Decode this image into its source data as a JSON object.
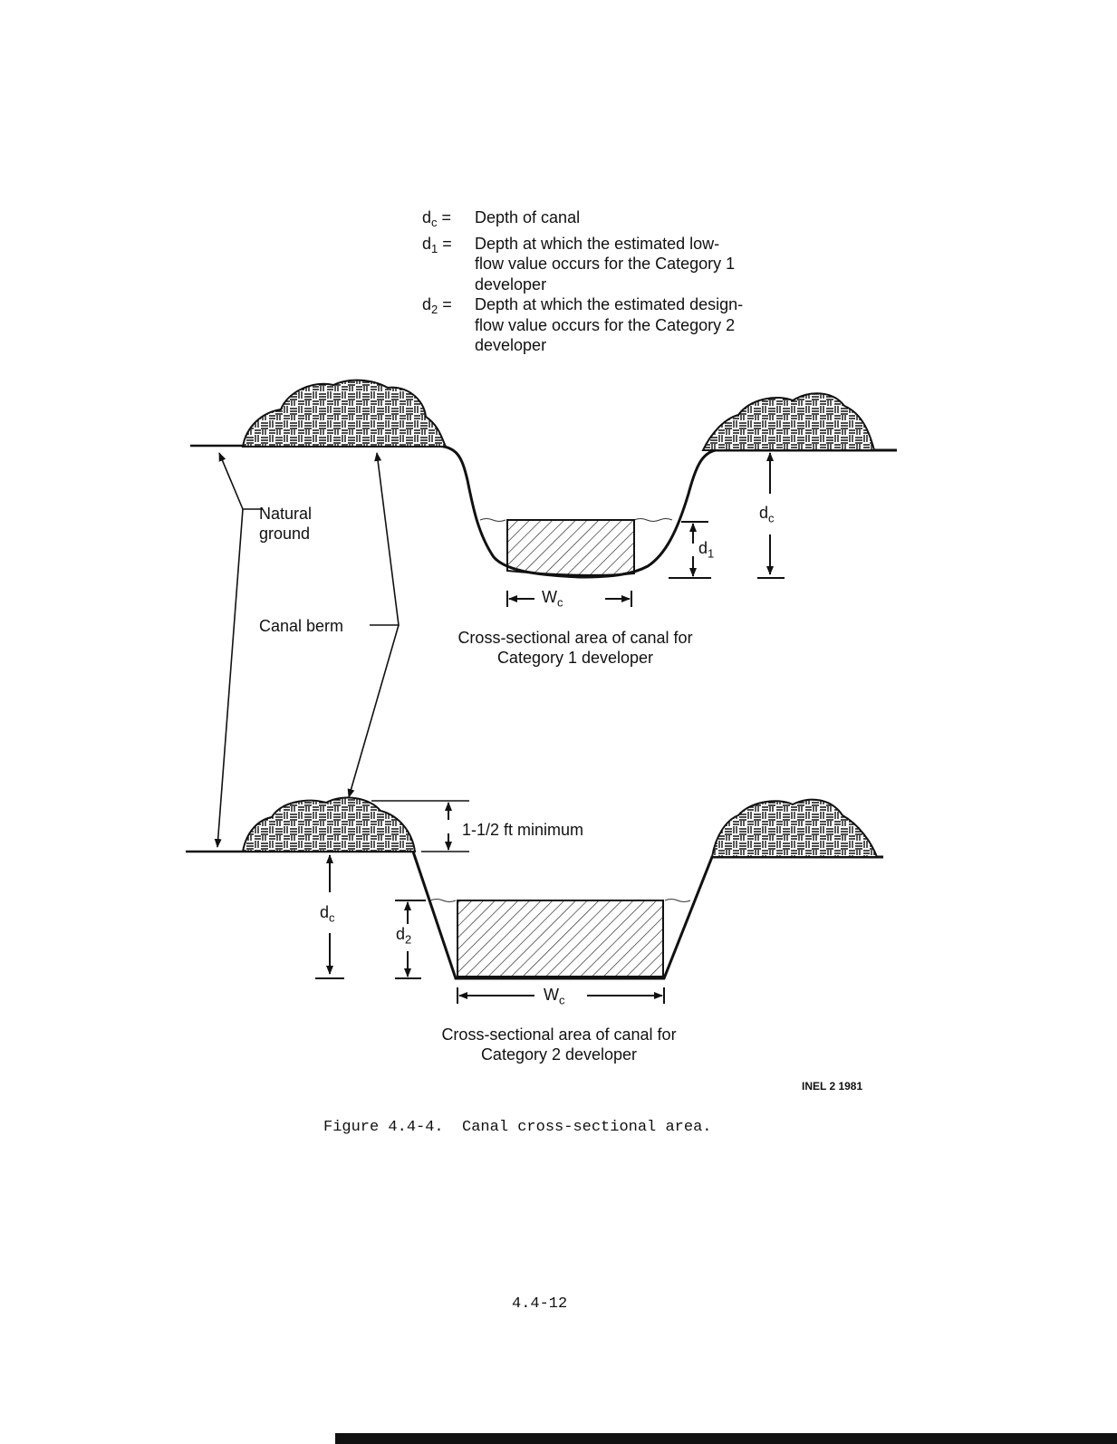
{
  "legend": [
    {
      "symbol": "d",
      "sub": "c",
      "eq": "=",
      "text": "Depth of canal"
    },
    {
      "symbol": "d",
      "sub": "1",
      "eq": "=",
      "text": "Depth at which the estimated low-flow value occurs for the Category 1 developer"
    },
    {
      "symbol": "d",
      "sub": "2",
      "eq": "=",
      "text": "Depth at which the estimated design-flow value occurs for the Category 2 developer"
    }
  ],
  "labels": {
    "natural_ground": "Natural ground",
    "canal_berm": "Canal berm",
    "cat1_caption": "Cross-sectional area of canal for Category 1 developer",
    "cat2_caption": "Cross-sectional area of canal for Category 2 developer",
    "minimum": "1-1/2 ft minimum",
    "dc_symbol": "d",
    "dc_sub": "c",
    "d1_symbol": "d",
    "d1_sub": "1",
    "d2_symbol": "d",
    "d2_sub": "2",
    "wc_symbol": "W",
    "wc_sub": "c",
    "source_code": "INEL 2 1981"
  },
  "figure_caption": "Figure 4.4-4.  Canal cross-sectional area.",
  "page_number": "4.4-12"
}
